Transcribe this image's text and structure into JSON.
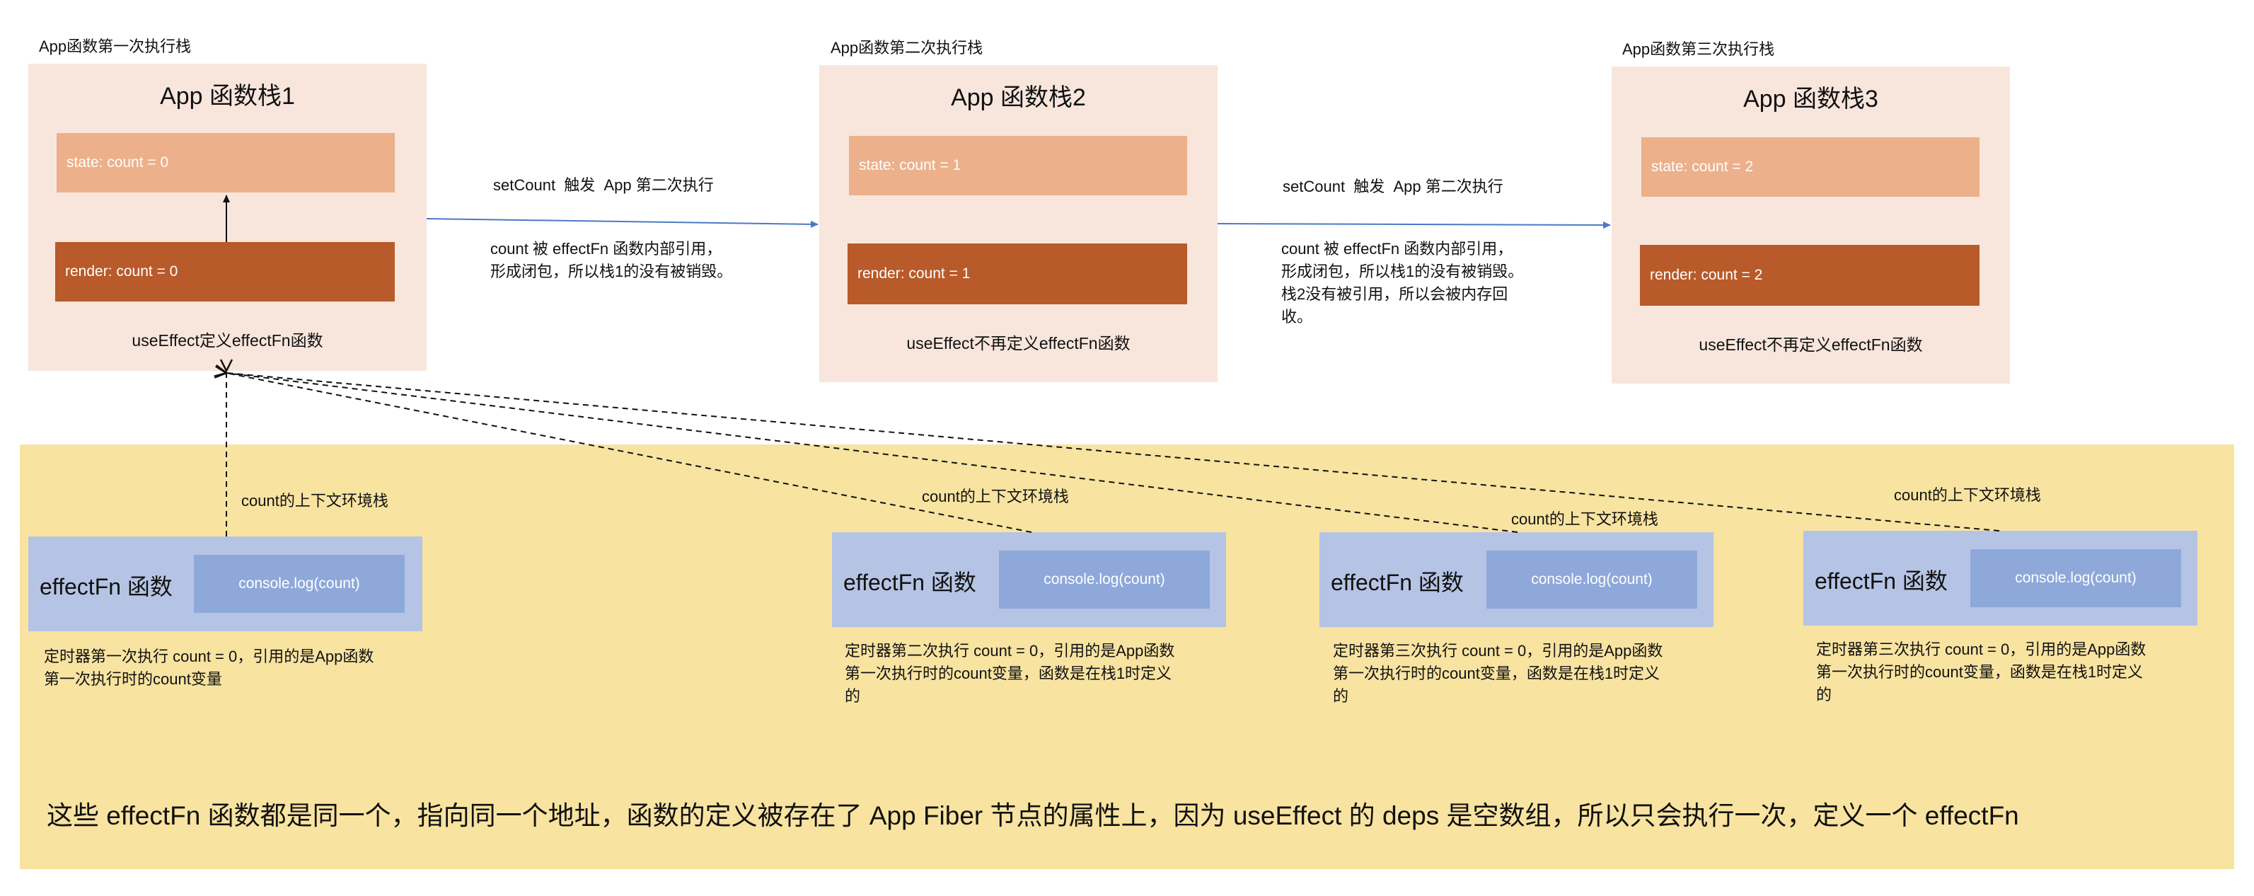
{
  "stacks": [
    {
      "caption": "App函数第一次执行栈",
      "title": "App 函数栈1",
      "state": "state: count = 0",
      "render": "render: count = 0",
      "effect": "useEffect定义effectFn函数"
    },
    {
      "caption": "App函数第二次执行栈",
      "title": "App 函数栈2",
      "state": "state: count = 1",
      "render": "render: count = 1",
      "effect": "useEffect不再定义effectFn函数"
    },
    {
      "caption": "App函数第三次执行栈",
      "title": "App 函数栈3",
      "state": "state: count = 2",
      "render": "render: count = 2",
      "effect": "useEffect不再定义effectFn函数"
    }
  ],
  "transitions": [
    {
      "trigger": "setCount  触发  App 第二次执行",
      "note_lines": [
        "count 被 effectFn 函数内部引用，",
        "形成闭包，所以栈1的没有被销毁。"
      ]
    },
    {
      "trigger": "setCount  触发  App 第二次执行",
      "note_lines": [
        "count 被 effectFn 函数内部引用，",
        "形成闭包，所以栈1的没有被销毁。",
        "栈2没有被引用，所以会被内存回",
        "收。"
      ]
    }
  ],
  "effect_fns": [
    {
      "context_label": "count的上下文环境栈",
      "title": "effectFn 函数",
      "console": "console.log(count)",
      "timer_lines": [
        "定时器第一次执行  count = 0，引用的是App函数",
        "第一次执行时的count变量"
      ]
    },
    {
      "context_label": "count的上下文环境栈",
      "title": "effectFn 函数",
      "console": "console.log(count)",
      "timer_lines": [
        "定时器第二次执行  count = 0，引用的是App函数",
        "第一次执行时的count变量，函数是在栈1时定义",
        "的"
      ]
    },
    {
      "context_label": "count的上下文环境栈",
      "title": "effectFn 函数",
      "console": "console.log(count)",
      "timer_lines": [
        "定时器第三次执行  count = 0，引用的是App函数",
        "第一次执行时的count变量，函数是在栈1时定义",
        "的"
      ]
    },
    {
      "context_label": "count的上下文环境栈",
      "title": "effectFn 函数",
      "console": "console.log(count)",
      "timer_lines": [
        "定时器第三次执行  count = 0，引用的是App函数",
        "第一次执行时的count变量，函数是在栈1时定义",
        "的"
      ]
    }
  ],
  "summary": "这些 effectFn 函数都是同一个，指向同一个地址，函数的定义被存在了  App Fiber 节点的属性上，因为 useEffect 的 deps 是空数组，所以只会执行一次，定义一个 effectFn",
  "colors": {
    "stack_bg": "#f8e6dc",
    "state_bar": "#ecb08a",
    "render_bar": "#b85a29",
    "panel_bg": "#f8e3a1",
    "fn_box": "#b5c4e4",
    "console_box": "#8ea8da",
    "arrow_blue": "#4a78c8"
  }
}
